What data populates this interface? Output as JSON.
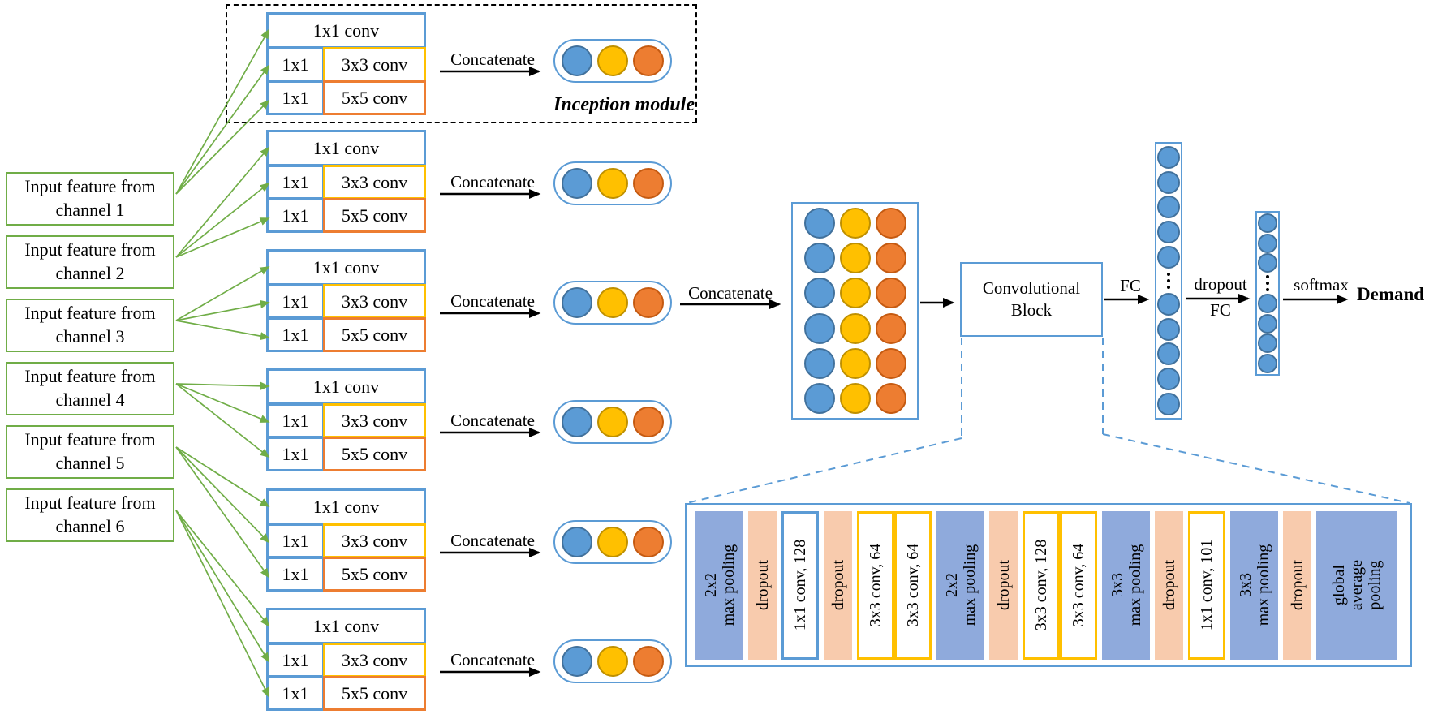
{
  "palette": {
    "blue": "#5B9BD5",
    "blue_dark": "#41719C",
    "yellow": "#FFC000",
    "yellow_dark": "#BF9000",
    "orange": "#ED7D31",
    "orange_dark": "#C55A11",
    "green": "#70AD47",
    "pool_fill": "#8FAADC",
    "dropout_fill": "#F8CBAD",
    "text": "#000000"
  },
  "inputs": {
    "items": [
      {
        "label": "Input feature from channel 1"
      },
      {
        "label": "Input feature from channel 2"
      },
      {
        "label": "Input feature from channel 3"
      },
      {
        "label": "Input feature from channel 4"
      },
      {
        "label": "Input feature from channel 5"
      },
      {
        "label": "Input feature from channel 6"
      }
    ]
  },
  "inception": {
    "module_label": "Inception module",
    "concatenate_label": "Concatenate",
    "module_count": 6,
    "branch_top_label": "1x1 conv",
    "branches": [
      {
        "reduce_label": "1x1",
        "conv_label": "3x3 conv",
        "accent": "yellow"
      },
      {
        "reduce_label": "1x1",
        "conv_label": "5x5 conv",
        "accent": "orange"
      }
    ],
    "cluster_circle_colors": [
      "#5B9BD5",
      "#FFC000",
      "#ED7D31"
    ],
    "cluster_circle_border_colors": [
      "#41719C",
      "#BF9000",
      "#C55A11"
    ]
  },
  "merge": {
    "concatenate_label": "Concatenate",
    "grid_rows": 6,
    "grid_circle_colors": [
      "#5B9BD5",
      "#FFC000",
      "#ED7D31"
    ],
    "grid_circle_border_colors": [
      "#41719C",
      "#BF9000",
      "#C55A11"
    ]
  },
  "conv_block": {
    "label": "Convolutional Block"
  },
  "head": {
    "fc_label": "FC",
    "dropout_label": "dropout",
    "fc2_label": "FC",
    "softmax_label": "softmax",
    "output_label": "Demand",
    "fc_columns": [
      {
        "circles_above": 5,
        "circles_below": 5,
        "has_ellipsis": true
      },
      {
        "circles_above": 3,
        "circles_below": 4,
        "has_ellipsis": true
      }
    ],
    "neuron_color": "#5B9BD5",
    "neuron_border_color": "#41719C"
  },
  "conv_block_detail": {
    "layers": [
      {
        "lines": [
          "2x2",
          "max pooling"
        ],
        "kind": "pool"
      },
      {
        "lines": [
          "dropout"
        ],
        "kind": "dropout"
      },
      {
        "lines": [
          "1x1 conv, 128"
        ],
        "kind": "conv_blue"
      },
      {
        "lines": [
          "dropout"
        ],
        "kind": "dropout"
      },
      {
        "lines": [
          "3x3 conv, 64"
        ],
        "kind": "conv_yellow"
      },
      {
        "lines": [
          "3x3 conv, 64"
        ],
        "kind": "conv_yellow",
        "attach_prev": true
      },
      {
        "lines": [
          "2x2",
          "max pooling"
        ],
        "kind": "pool"
      },
      {
        "lines": [
          "dropout"
        ],
        "kind": "dropout"
      },
      {
        "lines": [
          "3x3 conv, 128"
        ],
        "kind": "conv_yellow"
      },
      {
        "lines": [
          "3x3 conv, 64"
        ],
        "kind": "conv_yellow",
        "attach_prev": true
      },
      {
        "lines": [
          "3x3",
          "max pooling"
        ],
        "kind": "pool"
      },
      {
        "lines": [
          "dropout"
        ],
        "kind": "dropout"
      },
      {
        "lines": [
          "1x1 conv, 101"
        ],
        "kind": "conv_yellow"
      },
      {
        "lines": [
          "3x3",
          "max pooling"
        ],
        "kind": "pool"
      },
      {
        "lines": [
          "dropout"
        ],
        "kind": "dropout"
      },
      {
        "lines": [
          "global",
          "average",
          "pooling"
        ],
        "kind": "pool_wide"
      }
    ]
  }
}
